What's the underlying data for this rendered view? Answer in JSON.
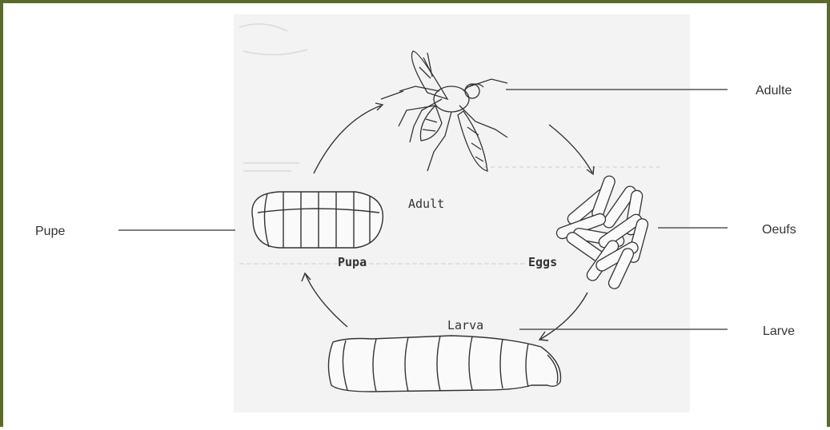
{
  "diagram": {
    "stages": {
      "adult": "Adult",
      "eggs": "Eggs",
      "larva": "Larva",
      "pupa": "Pupa"
    },
    "translations": {
      "adult": "Adulte",
      "eggs": "Oeufs",
      "larva": "Larve",
      "pupa": "Pupe"
    }
  },
  "colors": {
    "frame": "#5a6a2a",
    "ink": "#333333",
    "leader": "#555555",
    "scan_background": "#f3f3f3"
  }
}
